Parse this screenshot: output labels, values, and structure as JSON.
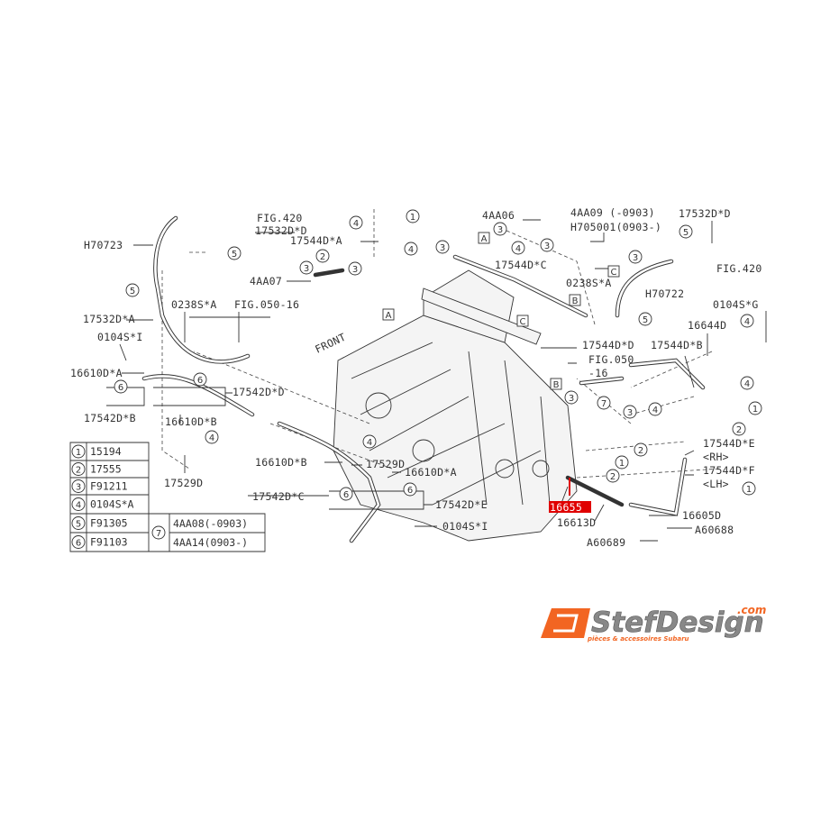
{
  "labels": {
    "fig420_left": "FIG.420",
    "p17532d_d_left": "17532D*D",
    "h70723": "H70723",
    "p17544d_a": "17544D*A",
    "p4aa07": "4AA07",
    "p0238s_a_left": "0238S*A",
    "fig050_16_left": "FIG.050-16",
    "p17532d_a": "17532D*A",
    "p0104s_i_top": "0104S*I",
    "p16610d_a_left": "16610D*A",
    "p17542d_d": "17542D*D",
    "p17542d_b": "17542D*B",
    "p16610d_b_left": "16610D*B",
    "p4aa06": "4AA06",
    "p4aa09": "4AA09 (-0903)",
    "h705001": "H705001(0903-)",
    "p17532d_d_right": "17532D*D",
    "p17544d_c": "17544D*C",
    "fig420_right": "FIG.420",
    "p0238s_a_right": "0238S*A",
    "h70722": "H70722",
    "p0104s_g": "0104S*G",
    "p16644d": "16644D",
    "p17544d_d": "17544D*D",
    "p17544d_b": "17544D*B",
    "fig050_right_1": "FIG.050",
    "fig050_right_2": "-16",
    "front": "FRONT",
    "p16610d_b_mid": "16610D*B",
    "p17529d_left": "17529D",
    "p17529d_mid": "17529D",
    "p16610d_a_mid": "16610D*A",
    "p17542d_c": "17542D*C",
    "p17542d_e": "17542D*E",
    "p0104s_i_bottom": "0104S*I",
    "p17544d_e": "17544D*E",
    "rh": "<RH>",
    "p17544d_f": "17544D*F",
    "lh": "<LH>",
    "p16655": "16655",
    "p16613d": "16613D",
    "p16605d": "16605D",
    "a60688": "A60688",
    "a60689": "A60689"
  },
  "ref_boxes": {
    "a": "A",
    "b": "B",
    "c": "C"
  },
  "callouts": {
    "n1": "1",
    "n2": "2",
    "n3": "3",
    "n4": "4",
    "n5": "5",
    "n6": "6",
    "n7": "7"
  },
  "legend": {
    "rows": [
      {
        "num": "1",
        "part": "15194"
      },
      {
        "num": "2",
        "part": "17555"
      },
      {
        "num": "3",
        "part": "F91211"
      },
      {
        "num": "4",
        "part": "0104S*A"
      },
      {
        "num": "5",
        "part": "F91305"
      },
      {
        "num": "6",
        "part": "F91103"
      }
    ],
    "item7": {
      "num": "7",
      "parts": [
        "4AA08(-0903)",
        "4AA14(0903-)"
      ]
    }
  },
  "logo": {
    "brand": "StefDesign",
    "tld": ".com",
    "tagline": "pièces & accessoires Subaru"
  },
  "colors": {
    "highlight": "#e00000",
    "logo_orange": "#f26522",
    "logo_grey": "#777777"
  }
}
